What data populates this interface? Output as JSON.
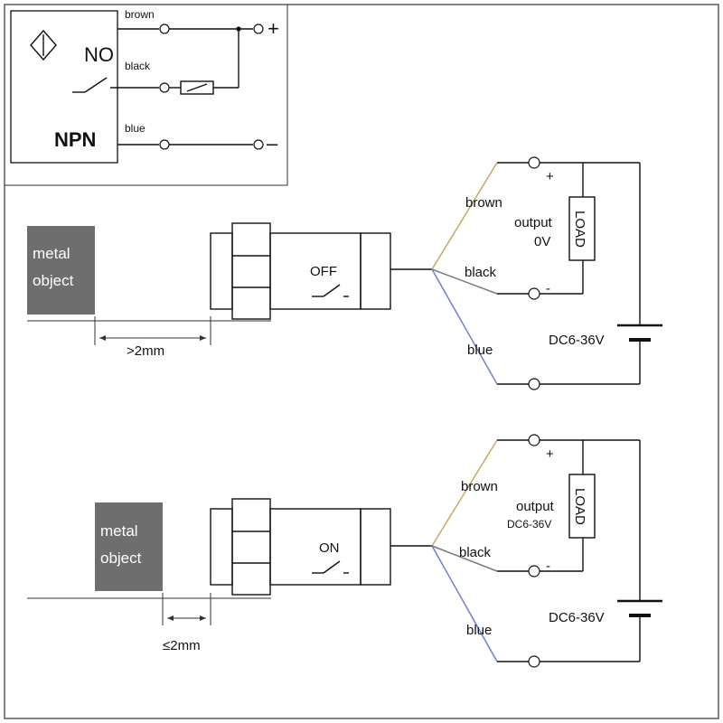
{
  "legend": {
    "no_label": "NO",
    "npn_label": "NPN",
    "brown_label": "brown",
    "black_label": "black",
    "blue_label": "blue",
    "plus_sign": "+",
    "minus_sign": "–"
  },
  "scenario_off": {
    "object_line1": "metal",
    "object_line2": "object",
    "distance_label": ">2mm",
    "state_label": "OFF",
    "brown_label": "brown",
    "black_label": "black",
    "blue_label": "blue",
    "output_label": "output",
    "output_value": "0V",
    "load_label": "LOAD",
    "plus_sign": "+",
    "minus_sign": "-",
    "supply_label": "DC6-36V"
  },
  "scenario_on": {
    "object_line1": "metal",
    "object_line2": "object",
    "distance_label": "≤2mm",
    "state_label": "ON",
    "brown_label": "brown",
    "black_label": "black",
    "blue_label": "blue",
    "output_label": "output",
    "output_value": "DC6-36V",
    "load_label": "LOAD",
    "plus_sign": "+",
    "minus_sign": "-",
    "supply_label": "DC6-36V"
  },
  "colors": {
    "brown_wire": "#c8a85a",
    "black_wire": "#7a7a7a",
    "blue_wire": "#6f7fd8",
    "metal_object": "#6e6e6e"
  }
}
